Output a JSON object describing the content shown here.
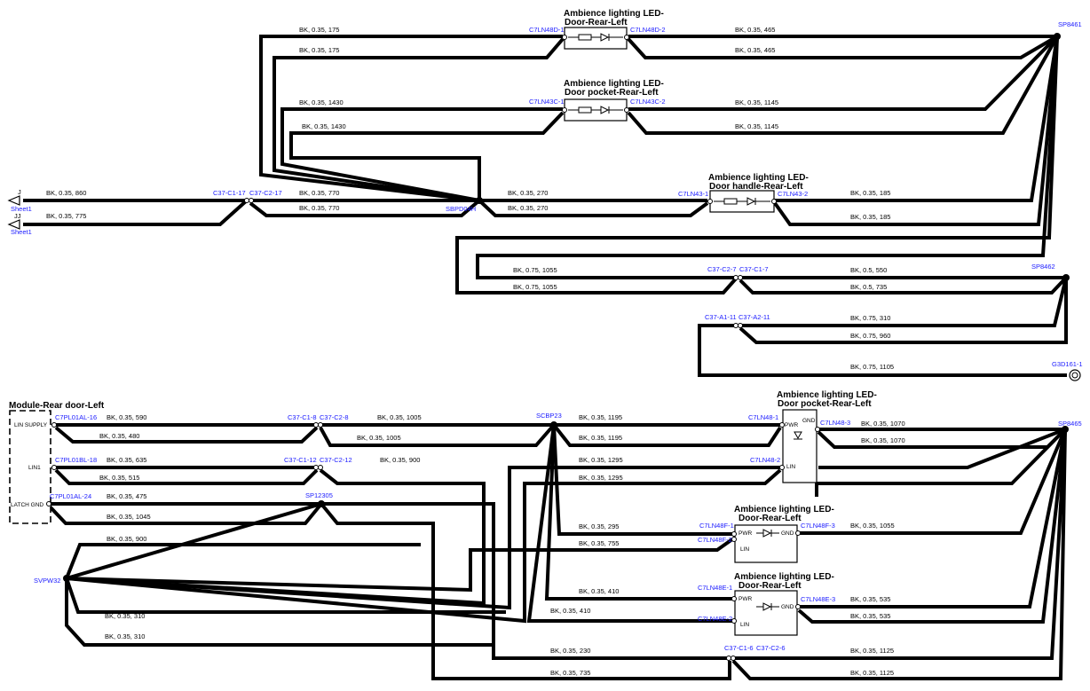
{
  "components": {
    "led_door_rear": {
      "title1": "Ambience lighting LED-",
      "title2": "Door-Rear-Left",
      "pin1": "C7LN48D-1",
      "pin2": "C7LN48D-2"
    },
    "led_pocket_rear": {
      "title1": "Ambience lighting LED-",
      "title2": "Door pocket-Rear-Left",
      "pin1": "C7LN43C-1",
      "pin2": "C7LN43C-2"
    },
    "led_handle_rear": {
      "title1": "Ambience lighting LED-",
      "title2": "Door handle-Rear-Left",
      "pin1": "C7LN43-1",
      "pin2": "C7LN43-2"
    },
    "led48": {
      "title1": "Ambience lighting LED-",
      "title2": "Door pocket-Rear-Left",
      "pin1": "C7LN48-1",
      "pin2": "C7LN48-2",
      "pin3": "C7LN48-3",
      "pwr": "PWR",
      "gnd": "GND",
      "lin": "LIN"
    },
    "led48f": {
      "title1": "Ambience lighting LED-",
      "title2": "Door-Rear-Left",
      "pin1": "C7LN48F-1",
      "pin2": "C7LN48F-2",
      "pin3": "C7LN48F-3",
      "pwr": "PWR",
      "gnd": "GND",
      "lin": "LIN"
    },
    "led48e": {
      "title1": "Ambience lighting LED-",
      "title2": "Door-Rear-Left",
      "pin1": "C7LN48E-1",
      "pin2": "C7LN48E-2",
      "pin3": "C7LN48E-3",
      "pwr": "PWR",
      "gnd": "GND",
      "lin": "LIN"
    },
    "module": {
      "title": "Module-Rear door-Left",
      "pin1": "LIN SUPPLY",
      "pin2": "LIN1",
      "pin3": "LATCH GND",
      "c1": "C7PL01AL-16",
      "c2": "C7PL01BL-18",
      "c3": "C7PL01AL-24"
    }
  },
  "offpage": {
    "j_label": "J",
    "j_sheet": "Sheet1",
    "jj_label": "JJ",
    "jj_sheet": "Sheet1"
  },
  "connectors": {
    "c37c1_17": "C37-C1-17",
    "c37c2_17": "C37-C2-17",
    "c37c2_7": "C37-C2-7",
    "c37c1_7": "C37-C1-7",
    "c37a1_11": "C37-A1-11",
    "c37a2_11": "C37-A2-11",
    "c37c1_8": "C37-C1-8",
    "c37c2_8": "C37-C2-8",
    "c37c1_12": "C37-C1-12",
    "c37c2_12": "C37-C2-12",
    "c37c1_6": "C37-C1-6",
    "c37c2_6": "C37-C2-6"
  },
  "splices": {
    "sp8461": "SP8461",
    "sp8462": "SP8462",
    "sp8465": "SP8465",
    "sbpd04h": "SBPD04H",
    "scbp23": "SCBP23",
    "sp12305": "SP12305",
    "svpw32": "SVPW32"
  },
  "ground": {
    "label": "G3D161-1"
  },
  "wires": {
    "w1": "BK, 0.35, 175",
    "w2": "BK, 0.35, 175",
    "w3": "BK, 0.35, 465",
    "w4": "BK, 0.35, 465",
    "w5": "BK, 0.35, 1430",
    "w6": "BK, 0.35, 1430",
    "w7": "BK, 0.35, 1145",
    "w8": "BK, 0.35, 1145",
    "w9": "BK, 0.35, 860",
    "w10": "BK, 0.35, 775",
    "w11": "BK, 0.35, 770",
    "w12": "BK, 0.35, 770",
    "w13": "BK, 0.35, 270",
    "w14": "BK, 0.35, 270",
    "w15": "BK, 0.35, 185",
    "w16": "BK, 0.35, 185",
    "w17": "BK, 0.75, 1055",
    "w18": "BK, 0.75, 1055",
    "w19": "BK, 0.5, 550",
    "w20": "BK, 0.5, 735",
    "w21": "BK, 0.75, 310",
    "w22": "BK, 0.75, 960",
    "w23": "BK, 0.75, 1105",
    "w24": "BK, 0.35, 590",
    "w25": "BK, 0.35, 480",
    "w26": "BK, 0.35, 1005",
    "w27": "BK, 0.35, 1005",
    "w28": "BK, 0.35, 1195",
    "w29": "BK, 0.35, 1195",
    "w30": "BK, 0.35, 1070",
    "w31": "BK, 0.35, 1070",
    "w32": "BK, 0.35, 635",
    "w33": "BK, 0.35, 515",
    "w34": "BK, 0.35, 900",
    "w35": "BK, 0.35, 1295",
    "w36": "BK, 0.35, 1295",
    "w37": "BK, 0.35, 475",
    "w38": "BK, 0.35, 1045",
    "w39": "BK, 0.35, 900",
    "w40": "BK, 0.35, 295",
    "w41": "BK, 0.35, 755",
    "w42": "BK, 0.35, 1055",
    "w43": "BK, 0.35, 410",
    "w44": "BK, 0.35, 410",
    "w45": "BK, 0.35, 535",
    "w46": "BK, 0.35, 535",
    "w47": "BK, 0.35, 310",
    "w48": "BK, 0.35, 310",
    "w49": "BK, 0.35, 230",
    "w50": "BK, 0.35, 735",
    "w51": "BK, 0.35, 1125",
    "w52": "BK, 0.35, 1125"
  }
}
